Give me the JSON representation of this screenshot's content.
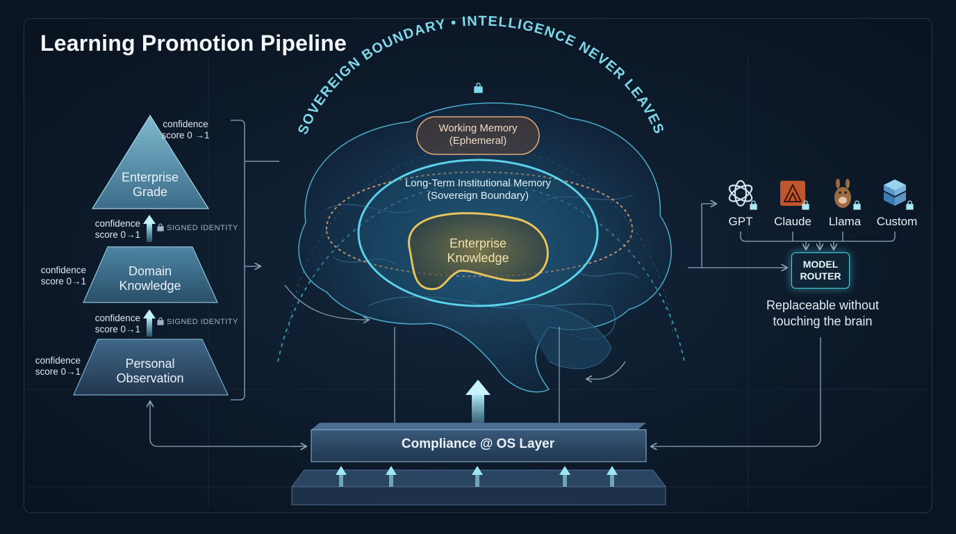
{
  "title": "Learning Promotion Pipeline",
  "pyramid": {
    "tiers": [
      {
        "label_line1": "Enterprise",
        "label_line2": "Grade",
        "conf_line1": "confidence",
        "conf_line2": "score 0 →1"
      },
      {
        "label_line1": "Domain",
        "label_line2": "Knowledge",
        "conf_line1": "confidence",
        "conf_line2": "score 0→1"
      },
      {
        "label_line1": "Personal",
        "label_line2": "Observation",
        "conf_line1": "confidence",
        "conf_line2": "score 0→1"
      }
    ],
    "arrows": [
      {
        "conf_line1": "confidence",
        "conf_line2": "score 0→1",
        "signed": "SIGNED IDENTITY"
      },
      {
        "conf_line1": "confidence",
        "conf_line2": "score 0→1",
        "signed": "SIGNED IDENTITY"
      }
    ]
  },
  "brain": {
    "boundary_text": "SOVEREIGN BOUNDARY • INTELLIGENCE NEVER LEAVES",
    "working_memory": {
      "line1": "Working Memory",
      "line2": "(Ephemeral)"
    },
    "long_term": {
      "line1": "Long-Term Institutional Memory",
      "line2": "(Sovereign Boundary)"
    },
    "enterprise": {
      "line1": "Enterprise",
      "line2": "Knowledge"
    }
  },
  "models": {
    "items": [
      {
        "label": "GPT",
        "icon": "gpt-icon"
      },
      {
        "label": "Claude",
        "icon": "claude-icon"
      },
      {
        "label": "Llama",
        "icon": "llama-icon"
      },
      {
        "label": "Custom",
        "icon": "custom-icon"
      }
    ],
    "router_line1": "MODEL",
    "router_line2": "ROUTER",
    "note_line1": "Replaceable without",
    "note_line2": "touching the brain"
  },
  "compliance": {
    "label": "Compliance @ OS Layer"
  },
  "colors": {
    "accent": "#4fd3e6",
    "gold": "#e8c25a",
    "amber": "#e0a46a",
    "background": "#0b1421"
  }
}
